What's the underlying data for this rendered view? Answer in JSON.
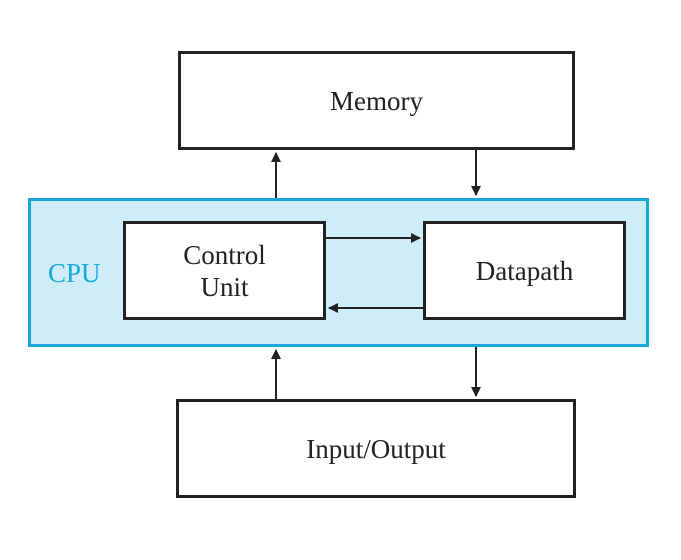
{
  "diagram": {
    "memory_label": "Memory",
    "cpu_label": "CPU",
    "control_unit_line1": "Control",
    "control_unit_line2": "Unit",
    "datapath_label": "Datapath",
    "io_label": "Input/Output",
    "colors": {
      "cpu_fill": "#cdeef8",
      "cpu_border": "#1aa6da",
      "cpu_text": "#1aa6da",
      "box_border": "#222222"
    }
  }
}
